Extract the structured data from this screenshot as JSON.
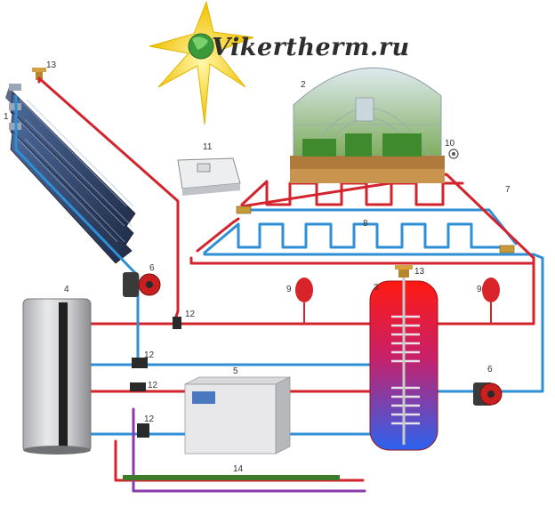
{
  "logo": {
    "text": "Vikertherm.ru"
  },
  "labels": {
    "solar_collector": "1",
    "greenhouse": "2",
    "storage_tank": "3",
    "boiler": "4",
    "heat_exchanger": "5",
    "pump_top": "6",
    "pump_right": "6",
    "valve": "7",
    "floor_loop": "8",
    "expansion_left": "9",
    "expansion_right": "9",
    "sensor": "10",
    "controller": "11",
    "valve_12a": "12",
    "valve_12b": "12",
    "valve_12c": "12",
    "valve_12d": "12",
    "air_vent_collector": "13",
    "air_vent_tank": "13",
    "ground_pipe": "14"
  },
  "colors": {
    "hot": "#d3242e",
    "cold": "#2f8fd6",
    "logo_star": "#f2c400",
    "tank_hot": "#e0201e",
    "tank_cold": "#3a5fd8"
  }
}
